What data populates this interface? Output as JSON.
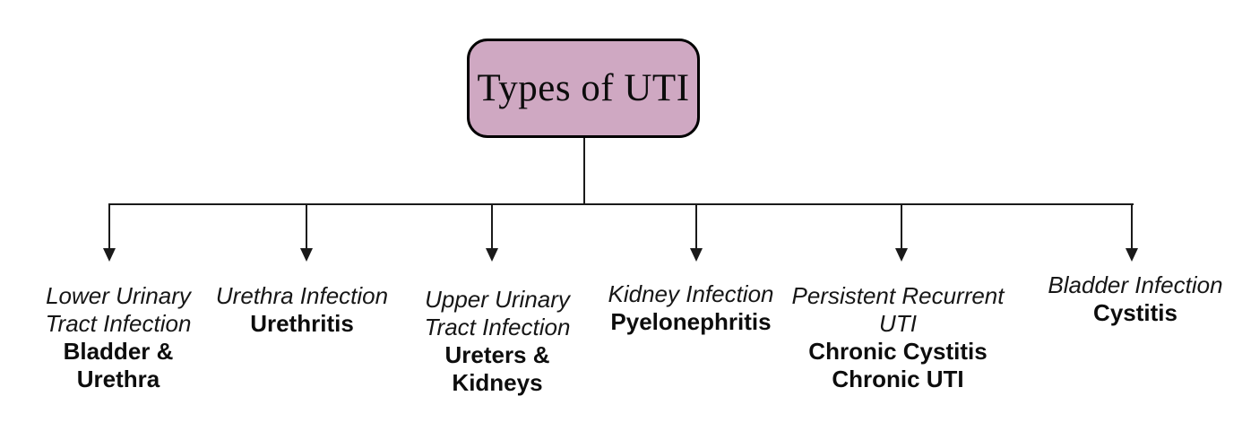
{
  "root": {
    "label": "Types of UTI"
  },
  "branches": [
    {
      "desc_lines": [
        "Lower Urinary",
        "Tract Infection"
      ],
      "name_lines": [
        "Bladder &",
        "Urethra"
      ]
    },
    {
      "desc_lines": [
        "Urethra Infection"
      ],
      "name_lines": [
        "Urethritis"
      ]
    },
    {
      "desc_lines": [
        "Upper Urinary",
        "Tract Infection"
      ],
      "name_lines": [
        "Ureters &",
        "Kidneys"
      ]
    },
    {
      "desc_lines": [
        "Kidney Infection"
      ],
      "name_lines": [
        "Pyelonephritis"
      ]
    },
    {
      "desc_lines": [
        "Persistent Recurrent",
        "UTI"
      ],
      "name_lines": [
        "Chronic Cystitis",
        "Chronic UTI"
      ]
    },
    {
      "desc_lines": [
        "Bladder Infection"
      ],
      "name_lines": [
        "Cystitis"
      ]
    }
  ],
  "colors": {
    "node_fill": "#cfa8c2",
    "node_border": "#000000",
    "connector_line": "#1a1a1a",
    "text": "#111111",
    "background": "#ffffff"
  }
}
